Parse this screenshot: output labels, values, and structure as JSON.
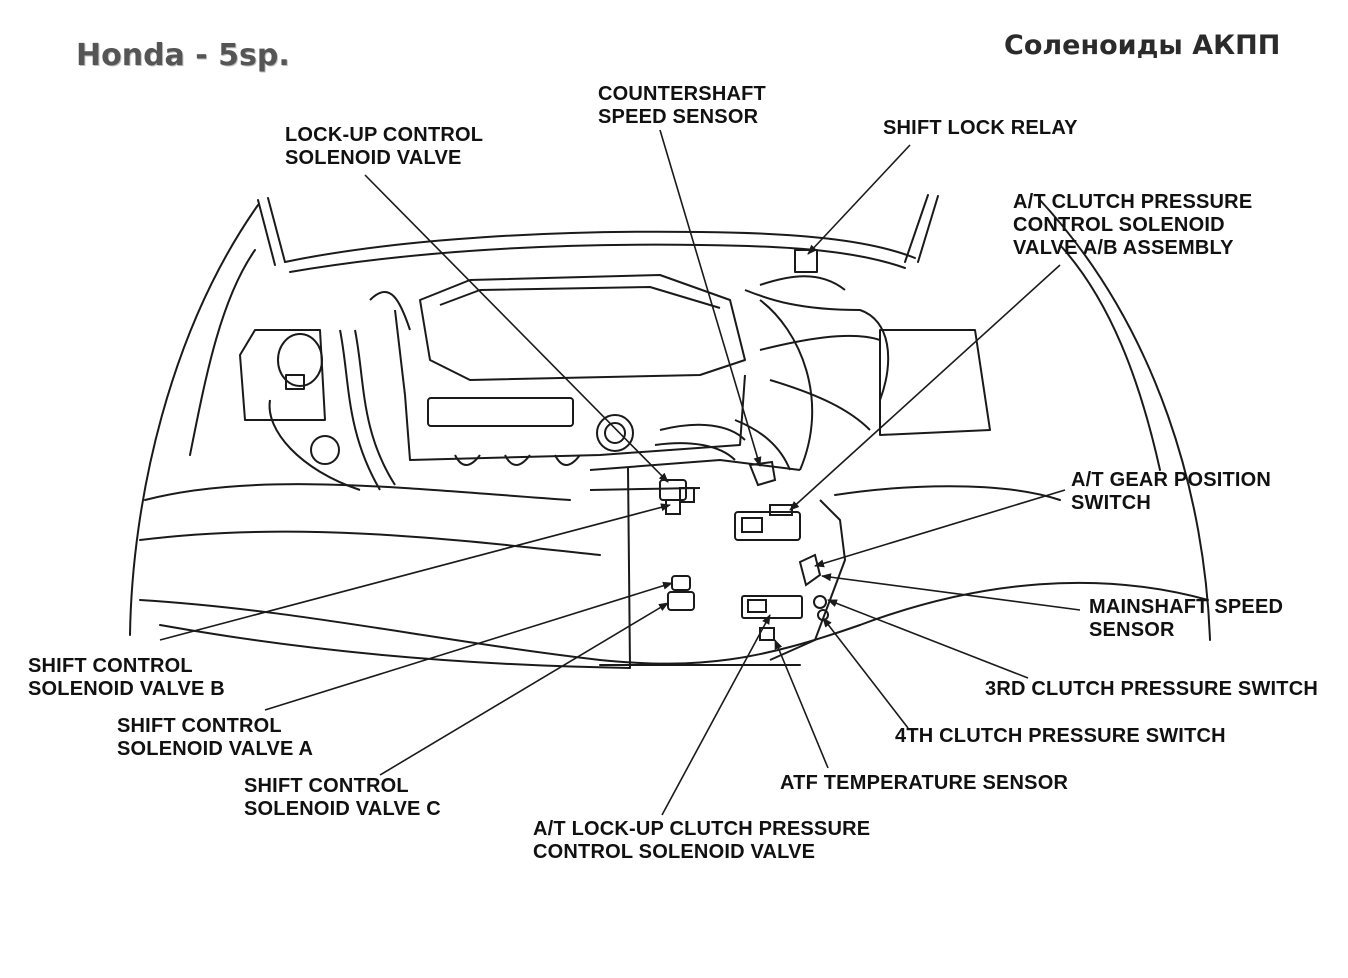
{
  "header": {
    "model": "Honda - 5sp.",
    "subject": "Соленоиды АКПП"
  },
  "labels": {
    "countershaft_speed_sensor": [
      "COUNTERSHAFT",
      "SPEED SENSOR"
    ],
    "lockup_control_solenoid": [
      "LOCK-UP CONTROL",
      "SOLENOID VALVE"
    ],
    "shift_lock_relay": [
      "SHIFT LOCK RELAY"
    ],
    "clutch_pressure_solenoid_ab": [
      "A/T CLUTCH PRESSURE",
      "CONTROL SOLENOID",
      "VALVE A/B ASSEMBLY"
    ],
    "gear_position_switch": [
      "A/T GEAR POSITION",
      "SWITCH"
    ],
    "mainshaft_speed_sensor": [
      "MAINSHAFT SPEED",
      "SENSOR"
    ],
    "third_clutch_switch": [
      "3RD CLUTCH PRESSURE SWITCH"
    ],
    "fourth_clutch_switch": [
      "4TH CLUTCH PRESSURE SWITCH"
    ],
    "atf_temp_sensor": [
      "ATF TEMPERATURE SENSOR"
    ],
    "lockup_clutch_pressure_solenoid": [
      "A/T LOCK-UP CLUTCH PRESSURE",
      "CONTROL SOLENOID VALVE"
    ],
    "shift_solenoid_b": [
      "SHIFT CONTROL",
      "SOLENOID VALVE B"
    ],
    "shift_solenoid_a": [
      "SHIFT CONTROL",
      "SOLENOID VALVE A"
    ],
    "shift_solenoid_c": [
      "SHIFT CONTROL",
      "SOLENOID VALVE C"
    ]
  },
  "colors": {
    "line": "#1a1a1a",
    "text": "#111111",
    "header_gray": "#555555"
  }
}
